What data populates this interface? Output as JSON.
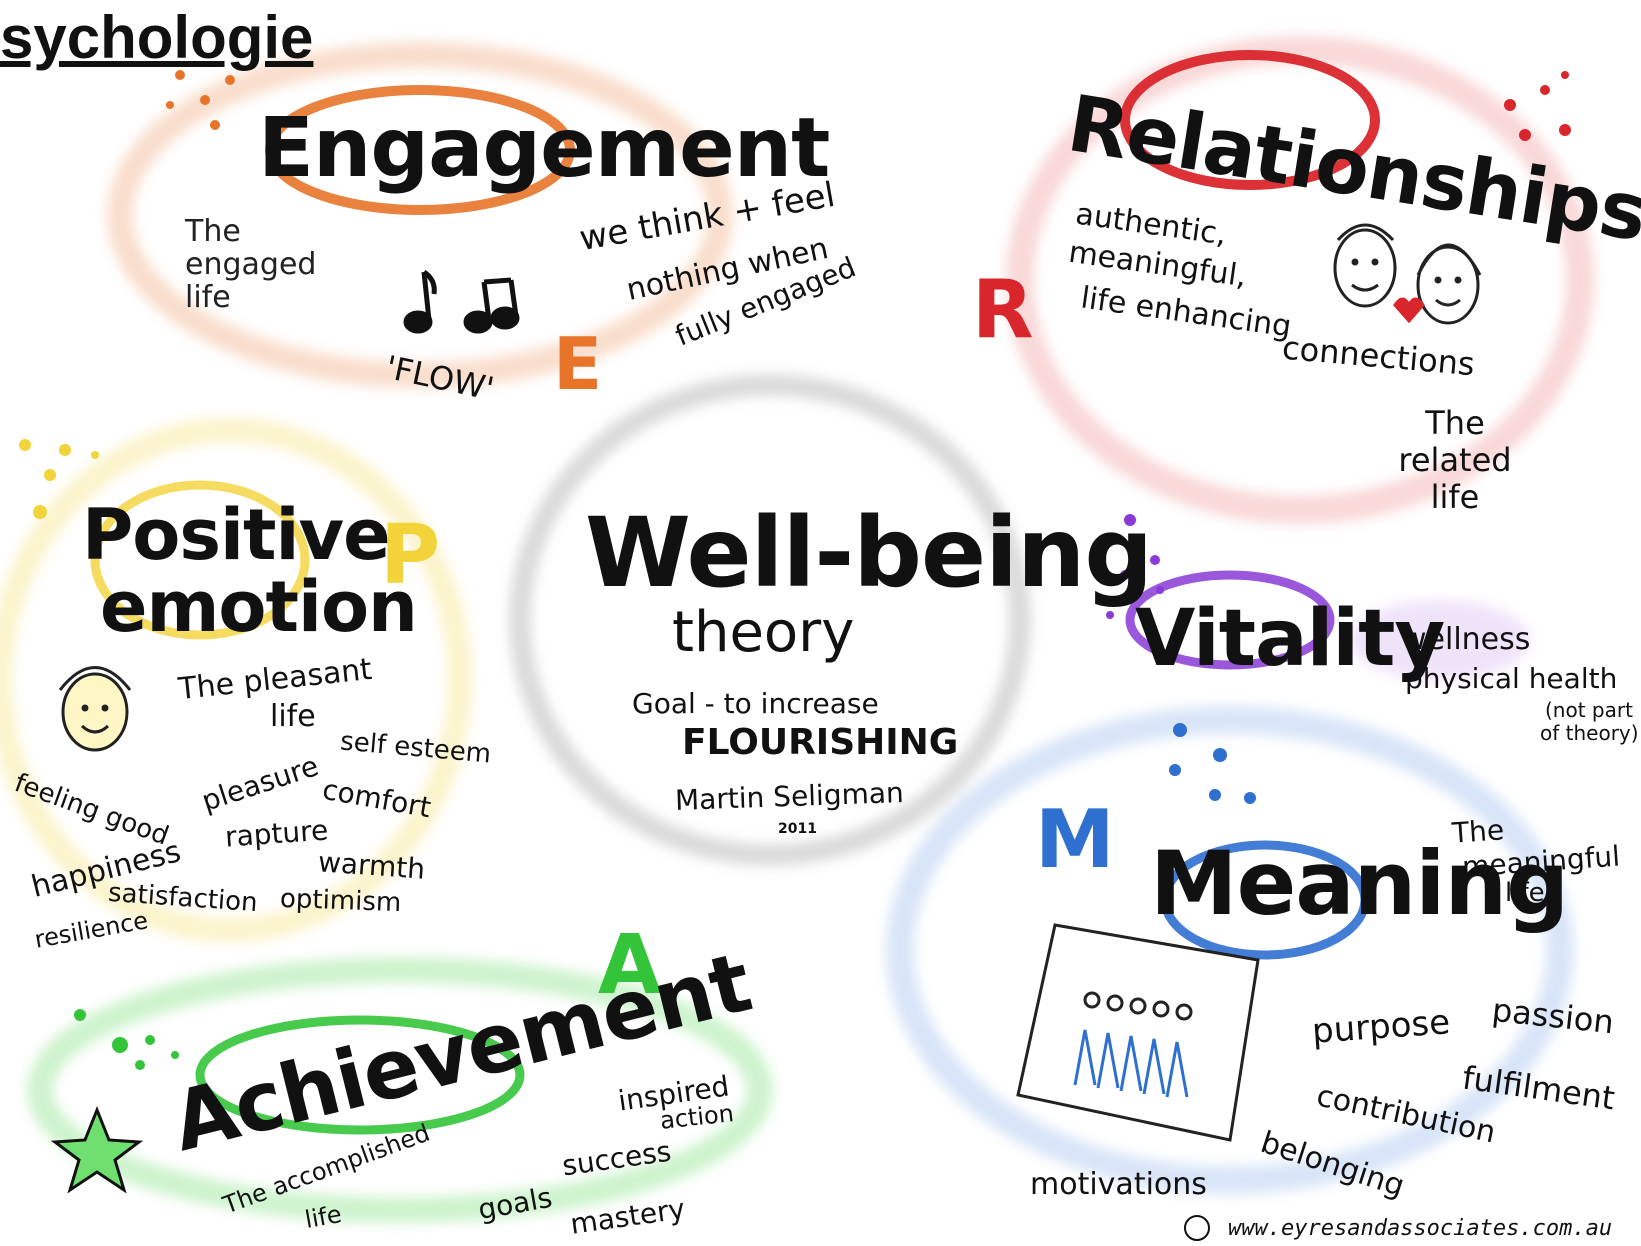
{
  "header": {
    "title": "sychologie"
  },
  "center": {
    "title": "Well-being",
    "subtitle": "theory",
    "goal": "Goal - to increase",
    "goal_strong": "FLOURISHING",
    "author": "Martin Seligman",
    "year": "2011"
  },
  "engagement": {
    "letter": "E",
    "title": "Engagement",
    "life": "The engaged life",
    "note1": "we think + feel",
    "note2": "nothing when",
    "note3": "fully engaged",
    "flow": "'FLOW'"
  },
  "relationships": {
    "letter": "R",
    "title": "Relationships",
    "desc1": "authentic,",
    "desc2": "meaningful,",
    "desc3": "life enhancing",
    "desc4": "connections",
    "life": "The related life"
  },
  "positive": {
    "letter": "P",
    "title1": "Positive",
    "title2": "emotion",
    "life1": "The pleasant",
    "life2": "life",
    "words": [
      "feeling good",
      "pleasure",
      "self esteem",
      "comfort",
      "happiness",
      "rapture",
      "warmth",
      "satisfaction",
      "optimism",
      "resilience"
    ]
  },
  "vitality": {
    "title": "Vitality",
    "note1": "wellness",
    "note2": "physical health",
    "note3": "(not part",
    "note4": "of theory)"
  },
  "meaning": {
    "letter": "M",
    "title": "Meaning",
    "life1": "The",
    "life2": "meaningful",
    "life3": "life",
    "words": [
      "purpose",
      "passion",
      "fulfilment",
      "contribution",
      "belonging",
      "motivations"
    ]
  },
  "achievement": {
    "letter": "A",
    "title": "Achievement",
    "life1": "The accomplished",
    "life2": "life",
    "words": [
      "inspired",
      "action",
      "success",
      "goals",
      "mastery"
    ]
  },
  "footer": {
    "copyright": "©",
    "url": "www.eyresandassociates.com.au"
  },
  "colors": {
    "engagement": "#e8742a",
    "relationships": "#d9262c",
    "positive": "#f2d33a",
    "vitality": "#8a3ad6",
    "meaning": "#2f6fd0",
    "achievement": "#34c43a",
    "center": "#9a9a9a"
  }
}
